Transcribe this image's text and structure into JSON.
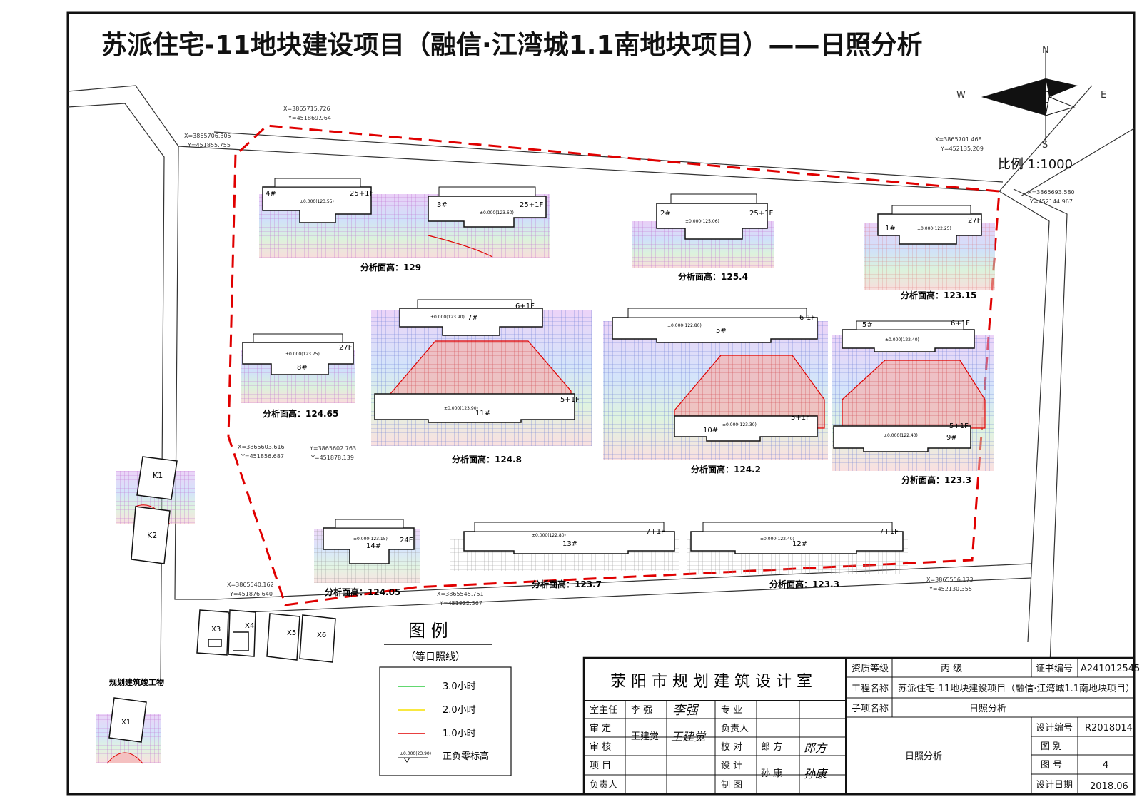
{
  "title": "苏派住宅-11地块建设项目（融信·江湾城1.1南地块项目）——日照分析",
  "compass": {
    "n": "N",
    "s": "S",
    "e": "E",
    "w": "W"
  },
  "scale": "比例 1:1000",
  "coords": [
    {
      "x": "X=3865715.726",
      "y": "Y=451869.964"
    },
    {
      "x": "X=3865706.305",
      "y": "Y=451855.755"
    },
    {
      "x": "X=3865701.468",
      "y": "Y=452135.209"
    },
    {
      "x": "X=3865693.580",
      "y": "Y=452144.967"
    },
    {
      "x": "X=3865603.616",
      "y": "Y=451856.687"
    },
    {
      "x": "Y=3865602.763",
      "y": "Y=451878.139"
    },
    {
      "x": "X=3865540.162",
      "y": "Y=451876.640"
    },
    {
      "x": "X=3865545.751",
      "y": "Y=451922.367"
    },
    {
      "x": "X=3865556.173",
      "y": "Y=452130.355"
    }
  ],
  "buildings": [
    {
      "id": "4#",
      "floors": "25+1F",
      "elev": "±0.000(123.55)",
      "analysis": "分析面高：129"
    },
    {
      "id": "3#",
      "floors": "25+1F",
      "elev": "±0.000(123.60)"
    },
    {
      "id": "2#",
      "floors": "25+1F",
      "elev": "±0.000(125.06)",
      "analysis": "分析面高：125.4"
    },
    {
      "id": "1#",
      "floors": "27F",
      "elev": "±0.000(122.25)",
      "analysis": "分析面高：123.15"
    },
    {
      "id": "8#",
      "floors": "27F",
      "elev": "±0.000(123.75)",
      "analysis": "分析面高：124.65"
    },
    {
      "id": "7#",
      "floors": "6+1F",
      "elev": "±0.000(123.90)"
    },
    {
      "id": "11#",
      "floors": "5+1F",
      "elev": "±0.000(123.90)",
      "analysis": "分析面高：124.8"
    },
    {
      "id": "5#",
      "floors": "6-1F",
      "elev": "±0.000(122.80)"
    },
    {
      "id": "10#",
      "floors": "5+1F",
      "elev": "±0.000(123.30)",
      "analysis": "分析面高：124.2"
    },
    {
      "id": "5#",
      "floors": "6+1F",
      "elev": "±0.000(122.40)"
    },
    {
      "id": "9#",
      "floors": "5+1F",
      "elev": "±0.000(122.40)",
      "analysis": "分析面高：123.3"
    },
    {
      "id": "14#",
      "floors": "24F",
      "elev": "±0.000(123.15)",
      "analysis": "分析面高：124.05"
    },
    {
      "id": "13#",
      "floors": "7+1F",
      "elev": "±0.000(122.80)",
      "analysis": "分析面高：123.7"
    },
    {
      "id": "12#",
      "floors": "7+1F",
      "elev": "±0.000(122.40)",
      "analysis": "分析面高：123.3"
    }
  ],
  "existing": [
    "K1",
    "K2",
    "X3",
    "X4",
    "X5",
    "X6",
    "X1"
  ],
  "existing_label": "规划建筑竣工物",
  "legend": {
    "title": "图  例",
    "subtitle": "（等日照线）",
    "items": [
      {
        "label": "3.0小时",
        "color": "#2ecc40"
      },
      {
        "label": "2.0小时",
        "color": "#f5e000"
      },
      {
        "label": "1.0小时",
        "color": "#e60000"
      },
      {
        "label": "正负零标高",
        "sample": "±0.000(23.90)"
      }
    ]
  },
  "title_block": {
    "org": "荥阳市规划建筑设计室",
    "qual_label": "资质等级",
    "qual_value": "丙    级",
    "cert_label": "证书编号",
    "cert_value": "A241012545",
    "proj_label": "工程名称",
    "proj_value": "苏派住宅-11地块建设项目（融信·江湾城1.1南地块项目）",
    "sub_label": "子项名称",
    "sub_value": "日照分析",
    "roles": [
      {
        "role": "室主任",
        "name": "李  强",
        "sig": "李强"
      },
      {
        "role": "审  定",
        "name": "王建觉",
        "sig": "王建觉"
      },
      {
        "role": "审  核",
        "name": "",
        "sig": ""
      },
      {
        "role": "项  目",
        "name": "",
        "sig": ""
      },
      {
        "role": "负责人",
        "name": "",
        "sig": ""
      }
    ],
    "roles2": [
      {
        "role": "专  业",
        "name": "",
        "sig": ""
      },
      {
        "role": "负责人",
        "name": "",
        "sig": ""
      },
      {
        "role": "校  对",
        "name": "郎  方",
        "sig": "郎方"
      },
      {
        "role": "设  计",
        "name": "孙  康",
        "sig": "孙康"
      },
      {
        "role": "制  图",
        "name": "",
        "sig": ""
      }
    ],
    "drawing_name": "日照分析",
    "fields": [
      {
        "label": "设计编号",
        "value": "R2018014"
      },
      {
        "label": "图  别",
        "value": ""
      },
      {
        "label": "图  号",
        "value": "4"
      },
      {
        "label": "设计日期",
        "value": "2018.06"
      }
    ]
  }
}
